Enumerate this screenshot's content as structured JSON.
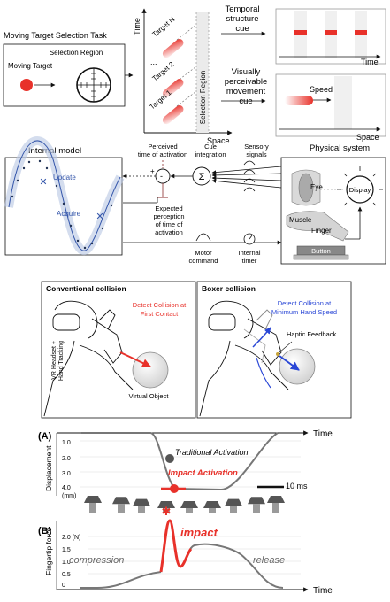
{
  "top": {
    "task_title": "Moving Target Selection Task",
    "selection_region": "Selection Region",
    "moving_target": "Moving Target",
    "time_axis": "Time",
    "space_axis": "Space",
    "target_n": "Target N",
    "target_2": "Target 2",
    "target_1": "Target 1",
    "dots": "...",
    "selection_region_vertical": "Selection Region",
    "temporal_cue": [
      "Temporal",
      "structure",
      "cue"
    ],
    "visual_cue": [
      "Visually",
      "perceivable",
      "movement",
      "cue"
    ],
    "temporal_time": "Time",
    "speed": "Speed",
    "visual_space": "Space"
  },
  "model": {
    "internal_model": "Internal model",
    "physical_system": "Physical system",
    "update": "Update",
    "acquire": "Acquire",
    "perceived_time": [
      "Perceived",
      "time of activation"
    ],
    "expected_perception": [
      "Expected",
      "perception",
      "of time of",
      "activation"
    ],
    "cue_integration": [
      "Cue",
      "integration"
    ],
    "sensory_signals": [
      "Sensory",
      "signals"
    ],
    "motor_command": [
      "Motor",
      "command"
    ],
    "internal_timer": [
      "Internal",
      "timer"
    ],
    "eye": "Eye",
    "display": "Display",
    "muscle": "Muscle",
    "finger": "Finger",
    "button": "Button",
    "minus": "-",
    "plus": "+",
    "sigma": "Σ"
  },
  "collision": {
    "conventional_title": "Conventional collision",
    "boxer_title": "Boxer collision",
    "detect_first": [
      "Detect Collision at",
      "First Contact"
    ],
    "detect_min": [
      "Detect Collision at",
      "Minimum Hand Speed"
    ],
    "vr_headset": [
      "VR Headset +",
      "Hand Tracking"
    ],
    "virtual_object": "Virtual Object",
    "haptic": "Haptic Feedback",
    "accent_red": "#e8312a",
    "accent_blue": "#2a47d6"
  },
  "panel_a": {
    "label": "(A)",
    "time": "Time",
    "ylabel": "Displacement",
    "unit": "(mm)",
    "ticks": [
      "1.0",
      "2.0",
      "3.0",
      "4.0"
    ],
    "traditional": "Traditional Activation",
    "impact_activation": "Impact Activation",
    "scale": "10 ms"
  },
  "panel_b": {
    "label": "(B)",
    "time": "Time",
    "ylabel": "Fingertip force",
    "ticks": [
      "2.0 (N)",
      "1.5",
      "1.0",
      "0.5",
      "0"
    ],
    "impact": "impact",
    "compression": "compression",
    "release": "release"
  }
}
